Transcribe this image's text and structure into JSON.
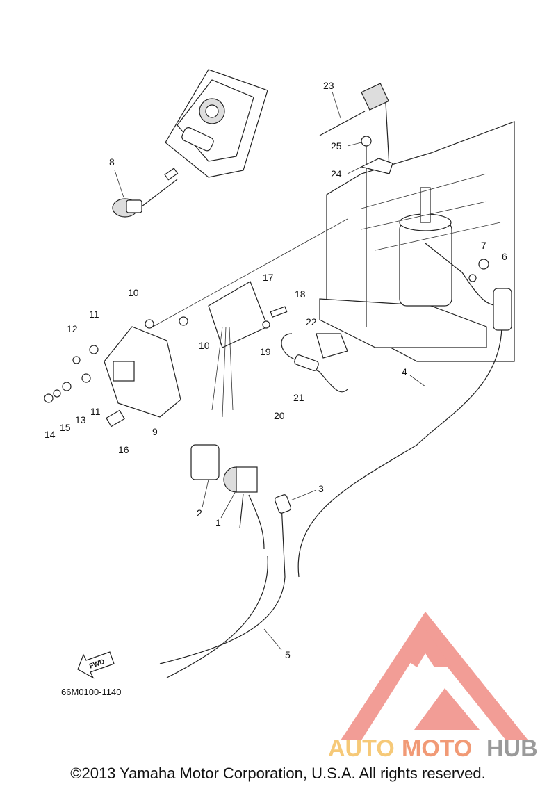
{
  "diagram": {
    "part_code": "66M0100-1140",
    "fwd_label": "FWD",
    "callouts": [
      "1",
      "2",
      "3",
      "4",
      "5",
      "6",
      "7",
      "8",
      "9",
      "10",
      "10",
      "11",
      "11",
      "12",
      "13",
      "14",
      "15",
      "16",
      "17",
      "18",
      "19",
      "20",
      "21",
      "22",
      "23",
      "24",
      "25"
    ]
  },
  "watermark": {
    "auto": "AUTO",
    "moto": "MOTO",
    "hub": "HUB",
    "colors": {
      "triangle": "#f08c84",
      "auto": "#f6c978",
      "moto": "#f19a76",
      "hub": "#9a9a9a"
    }
  },
  "footer": {
    "copyright": "©2013 Yamaha Motor Corporation, U.S.A. All rights reserved."
  }
}
